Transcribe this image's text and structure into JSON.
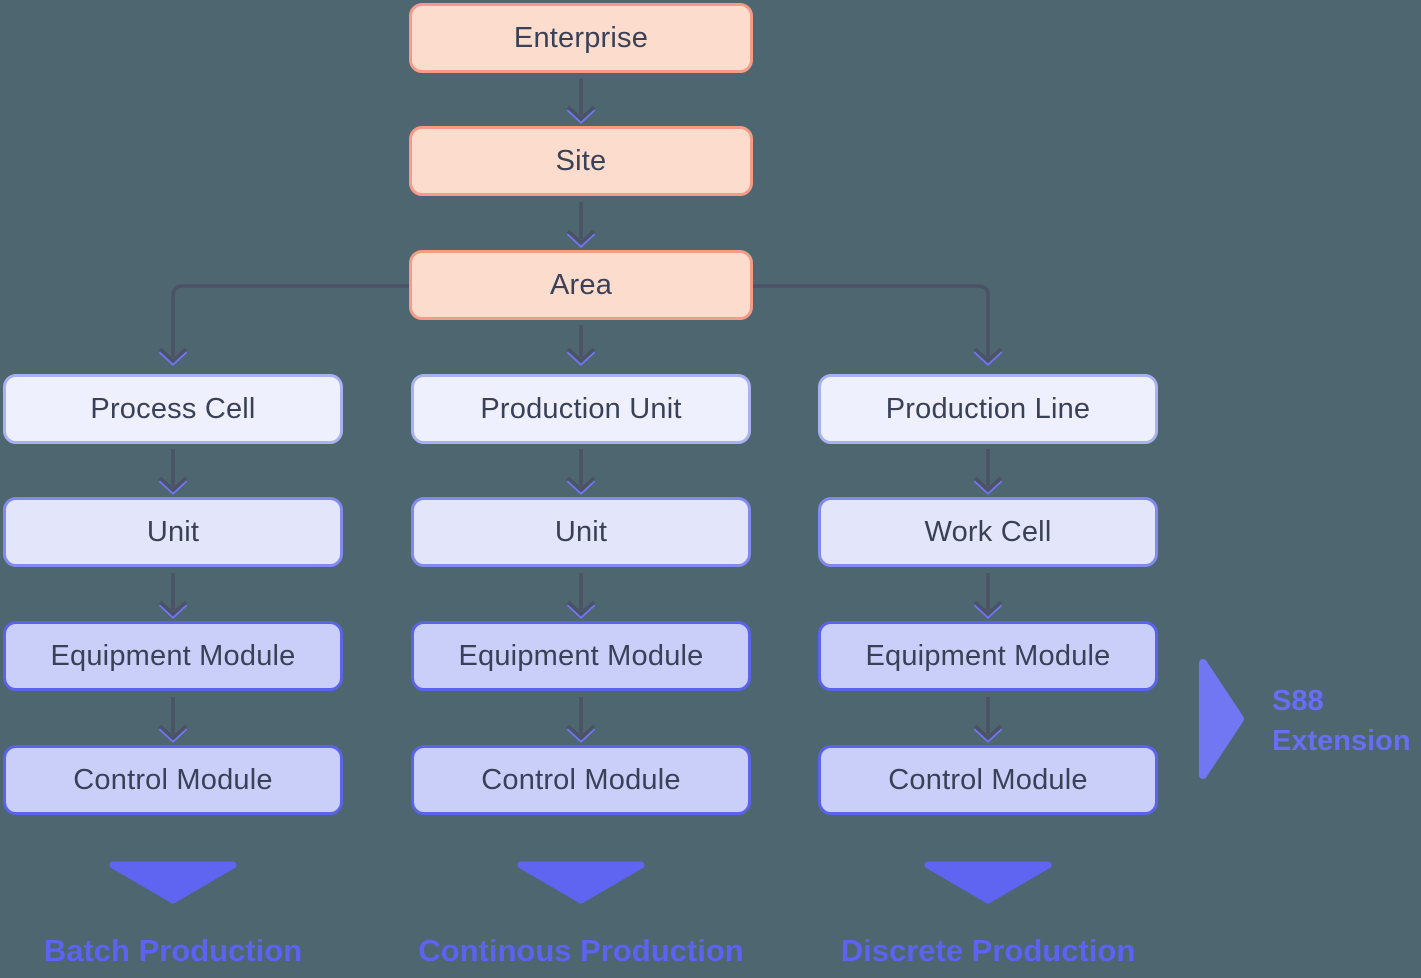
{
  "diagram": {
    "root_chain": [
      {
        "label": "Enterprise"
      },
      {
        "label": "Site"
      },
      {
        "label": "Area"
      }
    ],
    "columns": [
      {
        "name": "batch",
        "levels": [
          {
            "label": "Process Cell"
          },
          {
            "label": "Unit"
          },
          {
            "label": "Equipment Module"
          },
          {
            "label": "Control Module"
          }
        ],
        "production_label": "Batch Production"
      },
      {
        "name": "continuous",
        "levels": [
          {
            "label": "Production Unit"
          },
          {
            "label": "Unit"
          },
          {
            "label": "Equipment Module"
          },
          {
            "label": "Control Module"
          }
        ],
        "production_label": "Continous Production"
      },
      {
        "name": "discrete",
        "levels": [
          {
            "label": "Production Line"
          },
          {
            "label": "Work Cell"
          },
          {
            "label": "Equipment Module"
          },
          {
            "label": "Control Module"
          }
        ],
        "production_label": "Discrete Production"
      }
    ],
    "annotation": {
      "label": "S88 Extension",
      "line1": "S88",
      "line2": "Extension"
    },
    "colors": {
      "background": "#4d6670",
      "root_fill": "#fcdccd",
      "root_border": "#f59b88",
      "level1_fill": "#eef0fd",
      "level1_border": "#a9b2f1",
      "level2_fill": "#e3e6fb",
      "level2_border": "#828aee",
      "level3_fill": "#c9cff9",
      "level3_border": "#5a63e9",
      "node_text": "#3a4156",
      "connector": "#4b5266",
      "accent_purple": "#6065f1"
    }
  }
}
